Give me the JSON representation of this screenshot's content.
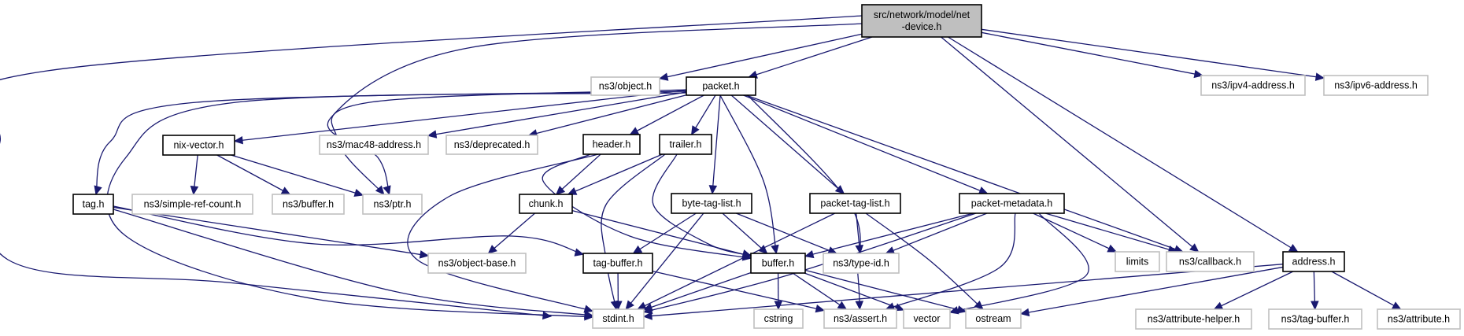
{
  "graph": {
    "title": "Include dependency graph for src/network/model/net-device.h",
    "colors": {
      "edge": "#191970",
      "root_fill": "#bfbfbf",
      "local_border": "#000000",
      "external_border": "#bfbfbf"
    },
    "nodes": [
      {
        "id": "root",
        "label": [
          "src/network/model/net",
          "-device.h"
        ],
        "kind": "root"
      },
      {
        "id": "object",
        "label": [
          "ns3/object.h"
        ],
        "kind": "ext"
      },
      {
        "id": "packet",
        "label": [
          "packet.h"
        ],
        "kind": "local"
      },
      {
        "id": "ipv4",
        "label": [
          "ns3/ipv4-address.h"
        ],
        "kind": "ext"
      },
      {
        "id": "ipv6",
        "label": [
          "ns3/ipv6-address.h"
        ],
        "kind": "ext"
      },
      {
        "id": "nixvector",
        "label": [
          "nix-vector.h"
        ],
        "kind": "local"
      },
      {
        "id": "mac48",
        "label": [
          "ns3/mac48-address.h"
        ],
        "kind": "ext"
      },
      {
        "id": "deprecated",
        "label": [
          "ns3/deprecated.h"
        ],
        "kind": "ext"
      },
      {
        "id": "header",
        "label": [
          "header.h"
        ],
        "kind": "local"
      },
      {
        "id": "trailer",
        "label": [
          "trailer.h"
        ],
        "kind": "local"
      },
      {
        "id": "tag",
        "label": [
          "tag.h"
        ],
        "kind": "local"
      },
      {
        "id": "simpleref",
        "label": [
          "ns3/simple-ref-count.h"
        ],
        "kind": "ext"
      },
      {
        "id": "ns3buffer",
        "label": [
          "ns3/buffer.h"
        ],
        "kind": "ext"
      },
      {
        "id": "ptr",
        "label": [
          "ns3/ptr.h"
        ],
        "kind": "ext"
      },
      {
        "id": "chunk",
        "label": [
          "chunk.h"
        ],
        "kind": "local"
      },
      {
        "id": "bytetaglist",
        "label": [
          "byte-tag-list.h"
        ],
        "kind": "local"
      },
      {
        "id": "packettaglist",
        "label": [
          "packet-tag-list.h"
        ],
        "kind": "local"
      },
      {
        "id": "packetmetadata",
        "label": [
          "packet-metadata.h"
        ],
        "kind": "local"
      },
      {
        "id": "objectbase",
        "label": [
          "ns3/object-base.h"
        ],
        "kind": "ext"
      },
      {
        "id": "tagbuffer",
        "label": [
          "tag-buffer.h"
        ],
        "kind": "local"
      },
      {
        "id": "buffer",
        "label": [
          "buffer.h"
        ],
        "kind": "local"
      },
      {
        "id": "typeid",
        "label": [
          "ns3/type-id.h"
        ],
        "kind": "ext"
      },
      {
        "id": "limits",
        "label": [
          "limits"
        ],
        "kind": "ext"
      },
      {
        "id": "callback",
        "label": [
          "ns3/callback.h"
        ],
        "kind": "ext"
      },
      {
        "id": "address",
        "label": [
          "address.h"
        ],
        "kind": "local"
      },
      {
        "id": "stdint",
        "label": [
          "stdint.h"
        ],
        "kind": "ext"
      },
      {
        "id": "cstring",
        "label": [
          "cstring"
        ],
        "kind": "ext"
      },
      {
        "id": "assert",
        "label": [
          "ns3/assert.h"
        ],
        "kind": "ext"
      },
      {
        "id": "vector",
        "label": [
          "vector"
        ],
        "kind": "ext"
      },
      {
        "id": "ostream",
        "label": [
          "ostream"
        ],
        "kind": "ext"
      },
      {
        "id": "attrhelper",
        "label": [
          "ns3/attribute-helper.h"
        ],
        "kind": "ext"
      },
      {
        "id": "ns3tagbuffer",
        "label": [
          "ns3/tag-buffer.h"
        ],
        "kind": "ext"
      },
      {
        "id": "attribute",
        "label": [
          "ns3/attribute.h"
        ],
        "kind": "ext"
      }
    ],
    "edges": [
      [
        "root",
        "object"
      ],
      [
        "root",
        "packet"
      ],
      [
        "root",
        "ipv4"
      ],
      [
        "root",
        "ipv6"
      ],
      [
        "root",
        "stdint"
      ],
      [
        "root",
        "ptr"
      ],
      [
        "root",
        "callback"
      ],
      [
        "root",
        "address"
      ],
      [
        "packet",
        "nixvector"
      ],
      [
        "packet",
        "mac48"
      ],
      [
        "packet",
        "deprecated"
      ],
      [
        "packet",
        "header"
      ],
      [
        "packet",
        "trailer"
      ],
      [
        "packet",
        "tag"
      ],
      [
        "packet",
        "ptr"
      ],
      [
        "packet",
        "stdint"
      ],
      [
        "packet",
        "bytetaglist"
      ],
      [
        "packet",
        "packettaglist"
      ],
      [
        "packet",
        "packetmetadata"
      ],
      [
        "packet",
        "buffer"
      ],
      [
        "packet",
        "assert"
      ],
      [
        "packet",
        "callback"
      ],
      [
        "nixvector",
        "simpleref"
      ],
      [
        "nixvector",
        "ns3buffer"
      ],
      [
        "nixvector",
        "ptr"
      ],
      [
        "header",
        "chunk"
      ],
      [
        "header",
        "stdint"
      ],
      [
        "header",
        "buffer"
      ],
      [
        "trailer",
        "chunk"
      ],
      [
        "trailer",
        "stdint"
      ],
      [
        "trailer",
        "buffer"
      ],
      [
        "tag",
        "objectbase"
      ],
      [
        "tag",
        "tagbuffer"
      ],
      [
        "tag",
        "stdint"
      ],
      [
        "chunk",
        "objectbase"
      ],
      [
        "chunk",
        "buffer"
      ],
      [
        "bytetaglist",
        "tagbuffer"
      ],
      [
        "bytetaglist",
        "buffer"
      ],
      [
        "bytetaglist",
        "stdint"
      ],
      [
        "bytetaglist",
        "typeid"
      ],
      [
        "packettaglist",
        "stdint"
      ],
      [
        "packettaglist",
        "typeid"
      ],
      [
        "packettaglist",
        "ostream"
      ],
      [
        "packetmetadata",
        "buffer"
      ],
      [
        "packetmetadata",
        "typeid"
      ],
      [
        "packetmetadata",
        "stdint"
      ],
      [
        "packetmetadata",
        "assert"
      ],
      [
        "packetmetadata",
        "vector"
      ],
      [
        "packetmetadata",
        "limits"
      ],
      [
        "packetmetadata",
        "callback"
      ],
      [
        "tagbuffer",
        "stdint"
      ],
      [
        "tagbuffer",
        "assert"
      ],
      [
        "buffer",
        "stdint"
      ],
      [
        "buffer",
        "cstring"
      ],
      [
        "buffer",
        "assert"
      ],
      [
        "buffer",
        "vector"
      ],
      [
        "buffer",
        "ostream"
      ],
      [
        "address",
        "stdint"
      ],
      [
        "address",
        "ostream"
      ],
      [
        "address",
        "attrhelper"
      ],
      [
        "address",
        "ns3tagbuffer"
      ],
      [
        "address",
        "attribute"
      ]
    ]
  }
}
